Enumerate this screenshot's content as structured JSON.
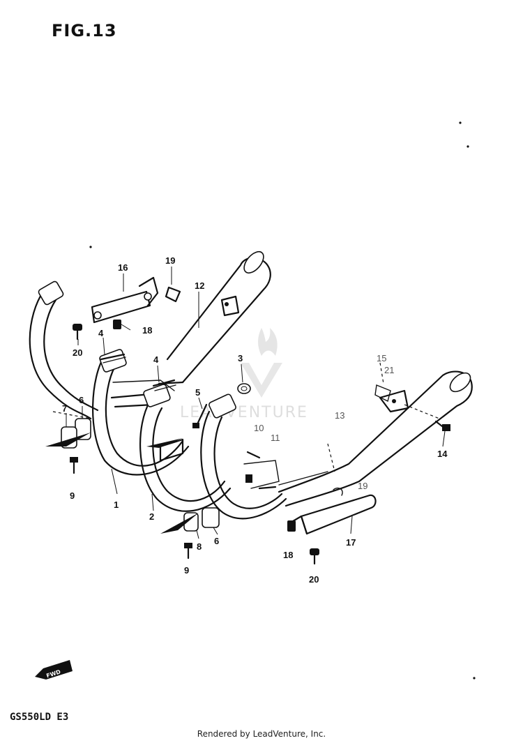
{
  "figure": {
    "title": "FIG.13",
    "model_code": "GS550LD E3",
    "credit": "Rendered by LeadVenture, Inc.",
    "watermark": "LEADVENTURE",
    "fwd_arrow_label": "FWD"
  },
  "parts": [
    {
      "id": "p1",
      "label": "1"
    },
    {
      "id": "p2",
      "label": "2"
    },
    {
      "id": "p3",
      "label": "3"
    },
    {
      "id": "p4a",
      "label": "4"
    },
    {
      "id": "p4b",
      "label": "4"
    },
    {
      "id": "p5",
      "label": "5"
    },
    {
      "id": "p6a",
      "label": "6"
    },
    {
      "id": "p6b",
      "label": "6"
    },
    {
      "id": "p7",
      "label": "7"
    },
    {
      "id": "p8",
      "label": "8"
    },
    {
      "id": "p9a",
      "label": "9"
    },
    {
      "id": "p9b",
      "label": "9"
    },
    {
      "id": "p10",
      "label": "10"
    },
    {
      "id": "p11",
      "label": "11"
    },
    {
      "id": "p12",
      "label": "12"
    },
    {
      "id": "p13",
      "label": "13"
    },
    {
      "id": "p14",
      "label": "14"
    },
    {
      "id": "p15",
      "label": "15"
    },
    {
      "id": "p16",
      "label": "16"
    },
    {
      "id": "p17",
      "label": "17"
    },
    {
      "id": "p18a",
      "label": "18"
    },
    {
      "id": "p18b",
      "label": "18"
    },
    {
      "id": "p19a",
      "label": "19"
    },
    {
      "id": "p19b",
      "label": "19"
    },
    {
      "id": "p20a",
      "label": "20"
    },
    {
      "id": "p20b",
      "label": "20"
    },
    {
      "id": "p21",
      "label": "21"
    }
  ]
}
